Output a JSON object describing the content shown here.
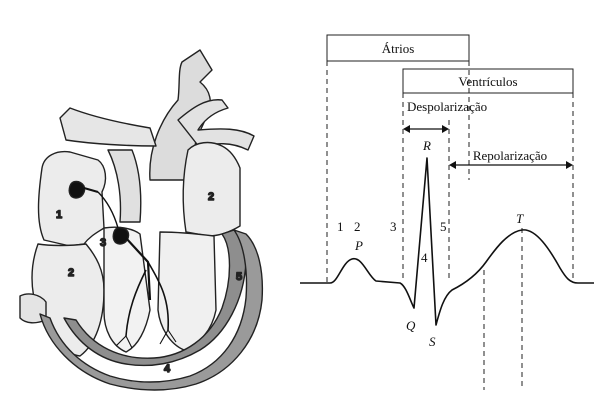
{
  "heart": {
    "labels": {
      "n1": "1",
      "n2_left": "2",
      "n2_right": "2",
      "n3": "3",
      "n4": "4",
      "n5": "5"
    }
  },
  "ecg": {
    "atria_label": "Átrios",
    "ventricles_label": "Ventrículos",
    "depolarization_label": "Despolarização",
    "repolarization_label": "Repolarização",
    "phase_numbers": {
      "n1": "1",
      "n2": "2",
      "n3": "3",
      "n4": "4",
      "n5": "5"
    },
    "waves": {
      "P": "P",
      "Q": "Q",
      "R": "R",
      "S": "S",
      "T": "T"
    }
  },
  "colors": {
    "heart_fill": "#e9e9e9",
    "ventricle_band": "#8a8a8a",
    "outline": "#222222",
    "vessel_fill": "#d9d9d9"
  }
}
